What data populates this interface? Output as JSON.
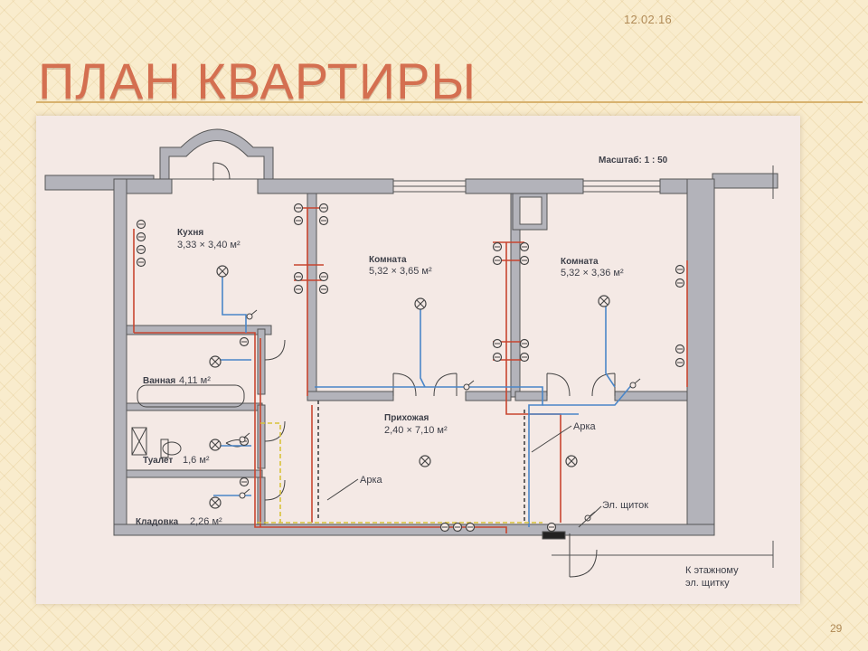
{
  "slide": {
    "date": "12.02.16",
    "title": "ПЛАН КВАРТИРЫ",
    "page_number": "29"
  },
  "plan": {
    "scale_label": "Масштаб: 1 : 50",
    "rooms": {
      "kitchen": {
        "name": "Кухня",
        "size": "3,33 × 3,40 м²"
      },
      "room1": {
        "name": "Комната",
        "size": "5,32 × 3,65 м²"
      },
      "room2": {
        "name": "Комната",
        "size": "5,32 × 3,36 м²"
      },
      "hall": {
        "name": "Прихожая",
        "size": "2,40 × 7,10 м²"
      },
      "bath": {
        "name": "Ванная",
        "size": "4,11 м²"
      },
      "toilet": {
        "name": "Туалет",
        "size": "1,6 м²"
      },
      "storage": {
        "name": "Кладовка",
        "size": "2,26 м²"
      }
    },
    "labels": {
      "arch_right": "Арка",
      "arch_left": "Арка",
      "panel": "Эл. щиток",
      "to_floor_panel_line1": "К этажному",
      "to_floor_panel_line2": "эл. щитку"
    },
    "colors": {
      "wall": "#b3b3ba",
      "power_line": "#c8452f",
      "lighting_line": "#4a86c8",
      "low_voltage_line": "#d8c23a"
    }
  }
}
